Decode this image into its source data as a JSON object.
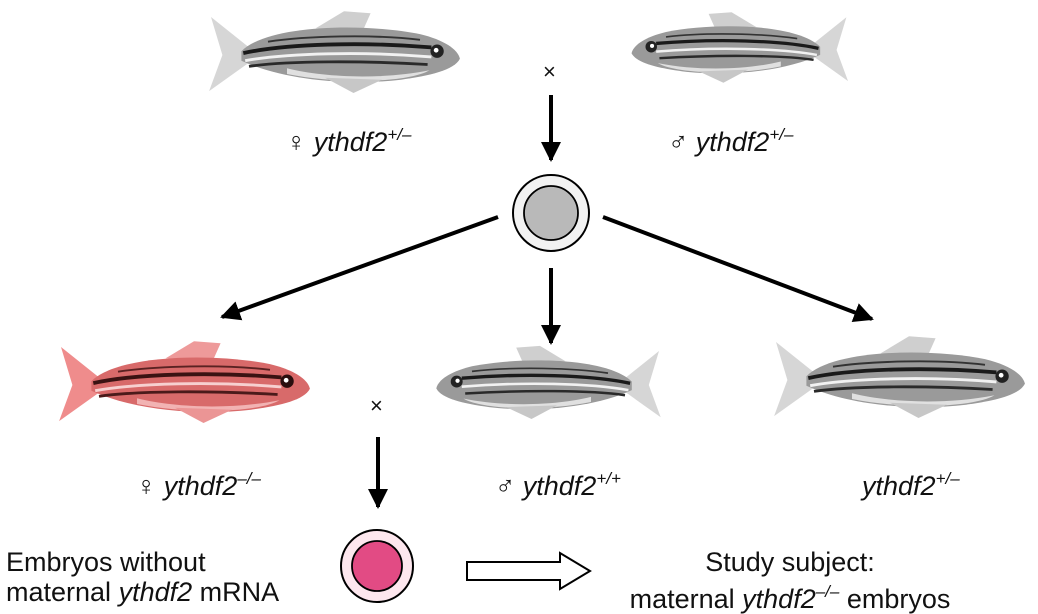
{
  "parents": {
    "female": {
      "symbol": "♀",
      "gene": "ythdf2",
      "genotype": "+/–"
    },
    "male": {
      "symbol": "♂",
      "gene": "ythdf2",
      "genotype": "+/–"
    }
  },
  "cross_symbol": "×",
  "offspring": {
    "female": {
      "symbol": "♀",
      "gene": "ythdf2",
      "genotype": "–/–"
    },
    "male": {
      "symbol": "♂",
      "gene": "ythdf2",
      "genotype": "+/+"
    },
    "het": {
      "gene": "ythdf2",
      "genotype": "+/–"
    }
  },
  "embryo_note": {
    "line1": "Embryos without",
    "line2_pre": "maternal ",
    "line2_gene": "ythdf2",
    "line2_post": " mRNA"
  },
  "study_subject": {
    "line1": "Study subject:",
    "line2_pre": "maternal ",
    "line2_gene": "ythdf2",
    "line2_genotype": "–/–",
    "line2_post": " embryos"
  },
  "colors": {
    "wildtype_fish": "#8a8a8a",
    "mutant_fish": "#e06a6a",
    "zygote": "#b9b9b9",
    "maternal_mutant_embryo": "#e24b84"
  }
}
